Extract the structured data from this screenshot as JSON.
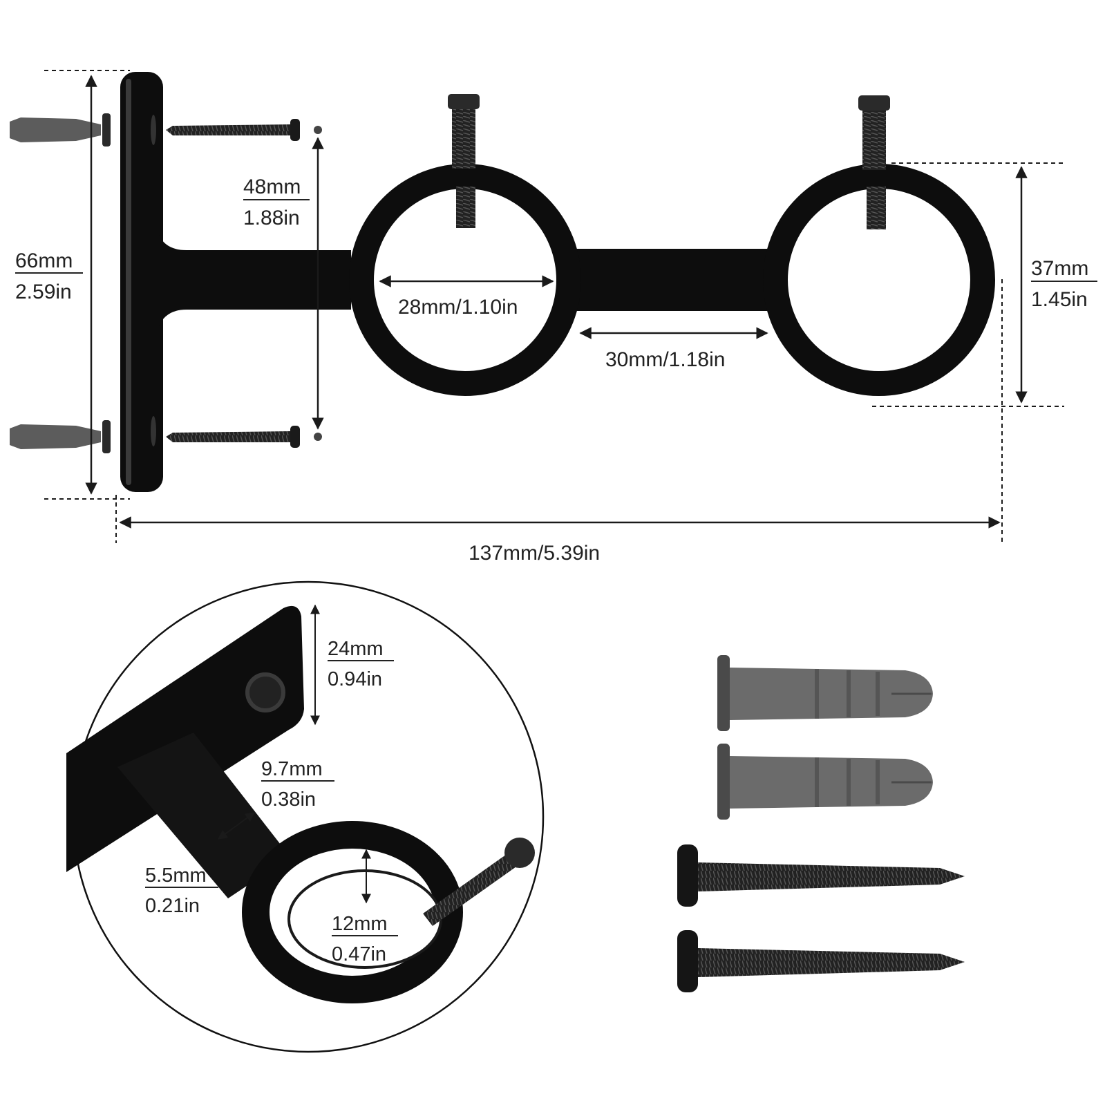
{
  "colors": {
    "metal": "#0d0d0d",
    "plug": "#6b6b6b",
    "dimension_line": "#1a1a1a",
    "text": "#222222",
    "background": "#ffffff"
  },
  "dimensions": {
    "height_mm": "66mm",
    "height_in": "2.59in",
    "hole_spacing_mm": "48mm",
    "hole_spacing_in": "1.88in",
    "ring_inner": "28mm/1.10in",
    "ring_gap": "30mm/1.18in",
    "ring_outer_mm": "37mm",
    "ring_outer_in": "1.45in",
    "total_length": "137mm/5.39in",
    "plate_width_mm": "24mm",
    "plate_width_in": "0.94in",
    "arm_width_mm": "9.7mm",
    "arm_width_in": "0.38in",
    "arm_thickness_mm": "5.5mm",
    "arm_thickness_in": "0.21in",
    "ring_depth_mm": "12mm",
    "ring_depth_in": "0.47in"
  },
  "icons": {
    "bracket": "double-curtain-rod-bracket",
    "anchor": "wall-anchor-icon",
    "screw": "wood-screw-icon",
    "set_screw": "thumb-set-screw-icon"
  }
}
